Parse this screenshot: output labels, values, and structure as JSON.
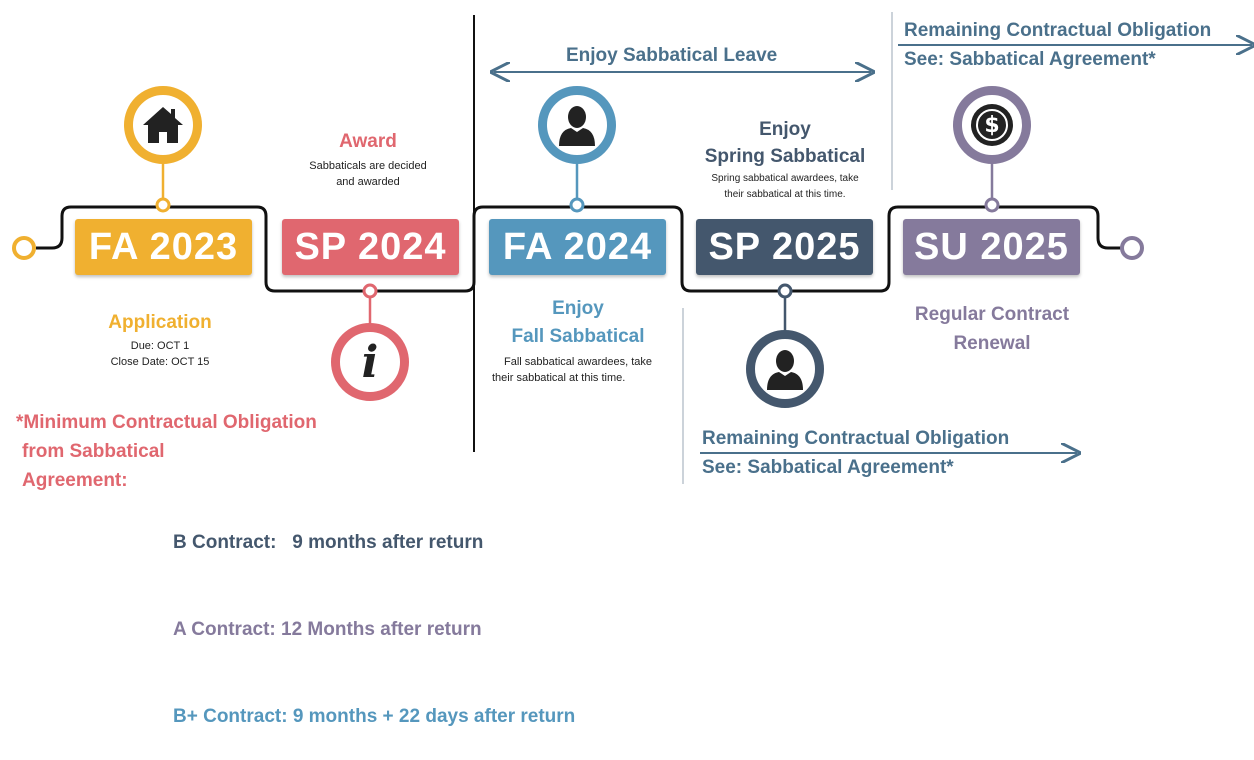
{
  "colors": {
    "orange": "#f0b030",
    "red": "#e0676f",
    "blue": "#5597bd",
    "slate": "#44576d",
    "purple": "#857a9c",
    "teal": "#4a708b",
    "track": "#111111"
  },
  "periods": [
    {
      "label": "FA 2023"
    },
    {
      "label": "SP 2024"
    },
    {
      "label": "FA 2024"
    },
    {
      "label": "SP 2025"
    },
    {
      "label": "SU 2025"
    }
  ],
  "icons": [
    "house-icon",
    "info-icon",
    "person-icon",
    "person-icon",
    "dollar-icon"
  ],
  "fa2023": {
    "title": "Application",
    "line1": "Due: OCT 1",
    "line2": "Close Date: OCT 15"
  },
  "sp2024": {
    "title": "Award",
    "line1": "Sabbaticals are decided",
    "line2": "and awarded"
  },
  "fa2024": {
    "title1": "Enjoy",
    "title2": "Fall Sabbatical",
    "line1": "Fall sabbatical awardees, take",
    "line2": "their sabbatical at this time."
  },
  "sp2025": {
    "title1": "Enjoy",
    "title2": "Spring Sabbatical",
    "line1": "Spring sabbatical awardees, take",
    "line2": "their sabbatical at this time."
  },
  "su2025": {
    "title1": "Regular Contract",
    "title2": "Renewal"
  },
  "sabbatical_leave": "Enjoy Sabbatical Leave",
  "obligation_top": {
    "line1": "Remaining Contractual Obligation",
    "line2": "See: Sabbatical Agreement*"
  },
  "obligation_bottom": {
    "line1": "Remaining Contractual Obligation",
    "line2": "See: Sabbatical Agreement*"
  },
  "minimum": {
    "line1": "*Minimum Contractual Obligation",
    "line2": "from Sabbatical",
    "line3": "Agreement:",
    "b": "B Contract:   9 months after return",
    "a": "A Contract: 12 Months after return",
    "bplus": "B+ Contract: 9 months + 22 days after return"
  }
}
